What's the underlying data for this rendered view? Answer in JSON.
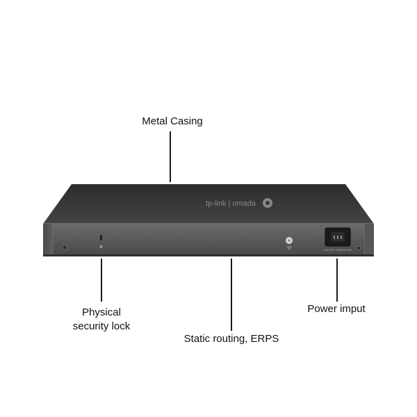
{
  "callouts": {
    "metal_casing": "Metal Casing",
    "security_lock_line1": "Physical",
    "security_lock_line2": "security lock",
    "static_routing": "Static routing, ERPS",
    "power_input": "Power imput"
  },
  "device": {
    "brand_logo_text": "tp-link | omada",
    "power_rating_text": "100-240V~ 50/60Hz 0.6A"
  },
  "colors": {
    "chassis_top": "#3a3a3a",
    "chassis_front": "#5a5a5a",
    "background": "#ffffff"
  }
}
